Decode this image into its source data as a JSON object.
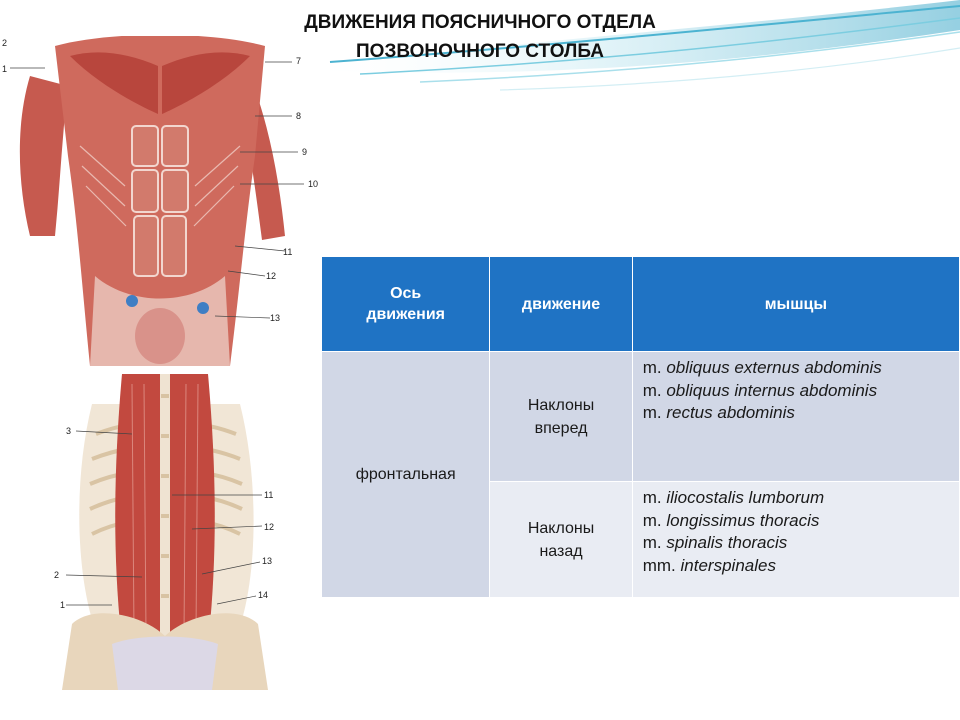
{
  "title": {
    "line1": "ДВИЖЕНИЯ  ПОЯСНИЧНОГО ОТДЕЛА",
    "line2": "ПОЗВОНОЧНОГО СТОЛБА"
  },
  "figures": {
    "top_labels": [
      "2",
      "1",
      "7",
      "8",
      "9",
      "10",
      "11",
      "12",
      "13"
    ],
    "bottom_labels": [
      "3",
      "11",
      "12",
      "13",
      "2",
      "1",
      "14"
    ]
  },
  "table": {
    "headers": {
      "axis_line1": "Ось",
      "axis_line2": "движения",
      "movement": "движение",
      "muscles": "мышцы"
    },
    "axis": "фронтальная",
    "rows": [
      {
        "movement_line1": "Наклоны",
        "movement_line2": "вперед",
        "muscles": [
          {
            "prefix": "m. ",
            "name": "obliquus externus abdominis"
          },
          {
            "prefix": "m. ",
            "name": "obliquus internus abdominis"
          },
          {
            "prefix": "m. ",
            "name": "rectus abdominis"
          }
        ]
      },
      {
        "movement_line1": "Наклоны",
        "movement_line2": "назад",
        "muscles": [
          {
            "prefix": "m. ",
            "name": "iliocostalis lumborum"
          },
          {
            "prefix": "m. ",
            "name": "longissimus thoracis"
          },
          {
            "prefix": "m. ",
            "name": "spinalis thoracis"
          },
          {
            "prefix": "mm. ",
            "name": "interspinales"
          }
        ]
      }
    ]
  },
  "colors": {
    "header_blue": "#1f73c4",
    "row_light_blue": "#d1d7e6",
    "row_lighter": "#e9ecf3",
    "swoosh_teal": "#5bbfd6",
    "muscle_red": "#c2493f"
  }
}
